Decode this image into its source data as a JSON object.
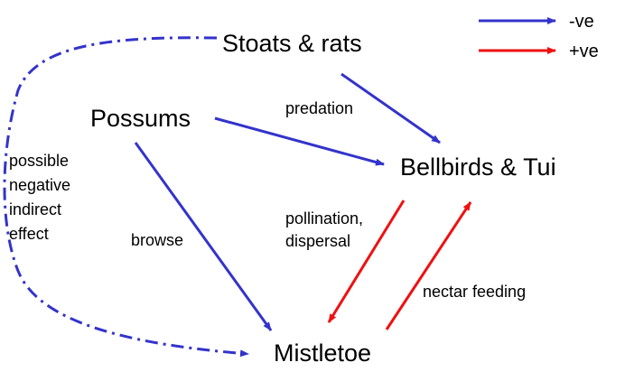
{
  "nodes": {
    "stoats": "Stoats & rats",
    "possums": "Possums",
    "bellbirds": "Bellbirds & Tui",
    "mistletoe": "Mistletoe"
  },
  "labels": {
    "predation": "predation",
    "browse": "browse",
    "pollination_1": "pollination,",
    "pollination_2": "dispersal",
    "nectar": "nectar feeding",
    "indirect": [
      "possible",
      "negative",
      "indirect",
      "effect"
    ]
  },
  "legend": {
    "negative": "-ve",
    "positive": "+ve"
  },
  "colors": {
    "negative": "#3333cc",
    "positive": "#ee1111"
  }
}
